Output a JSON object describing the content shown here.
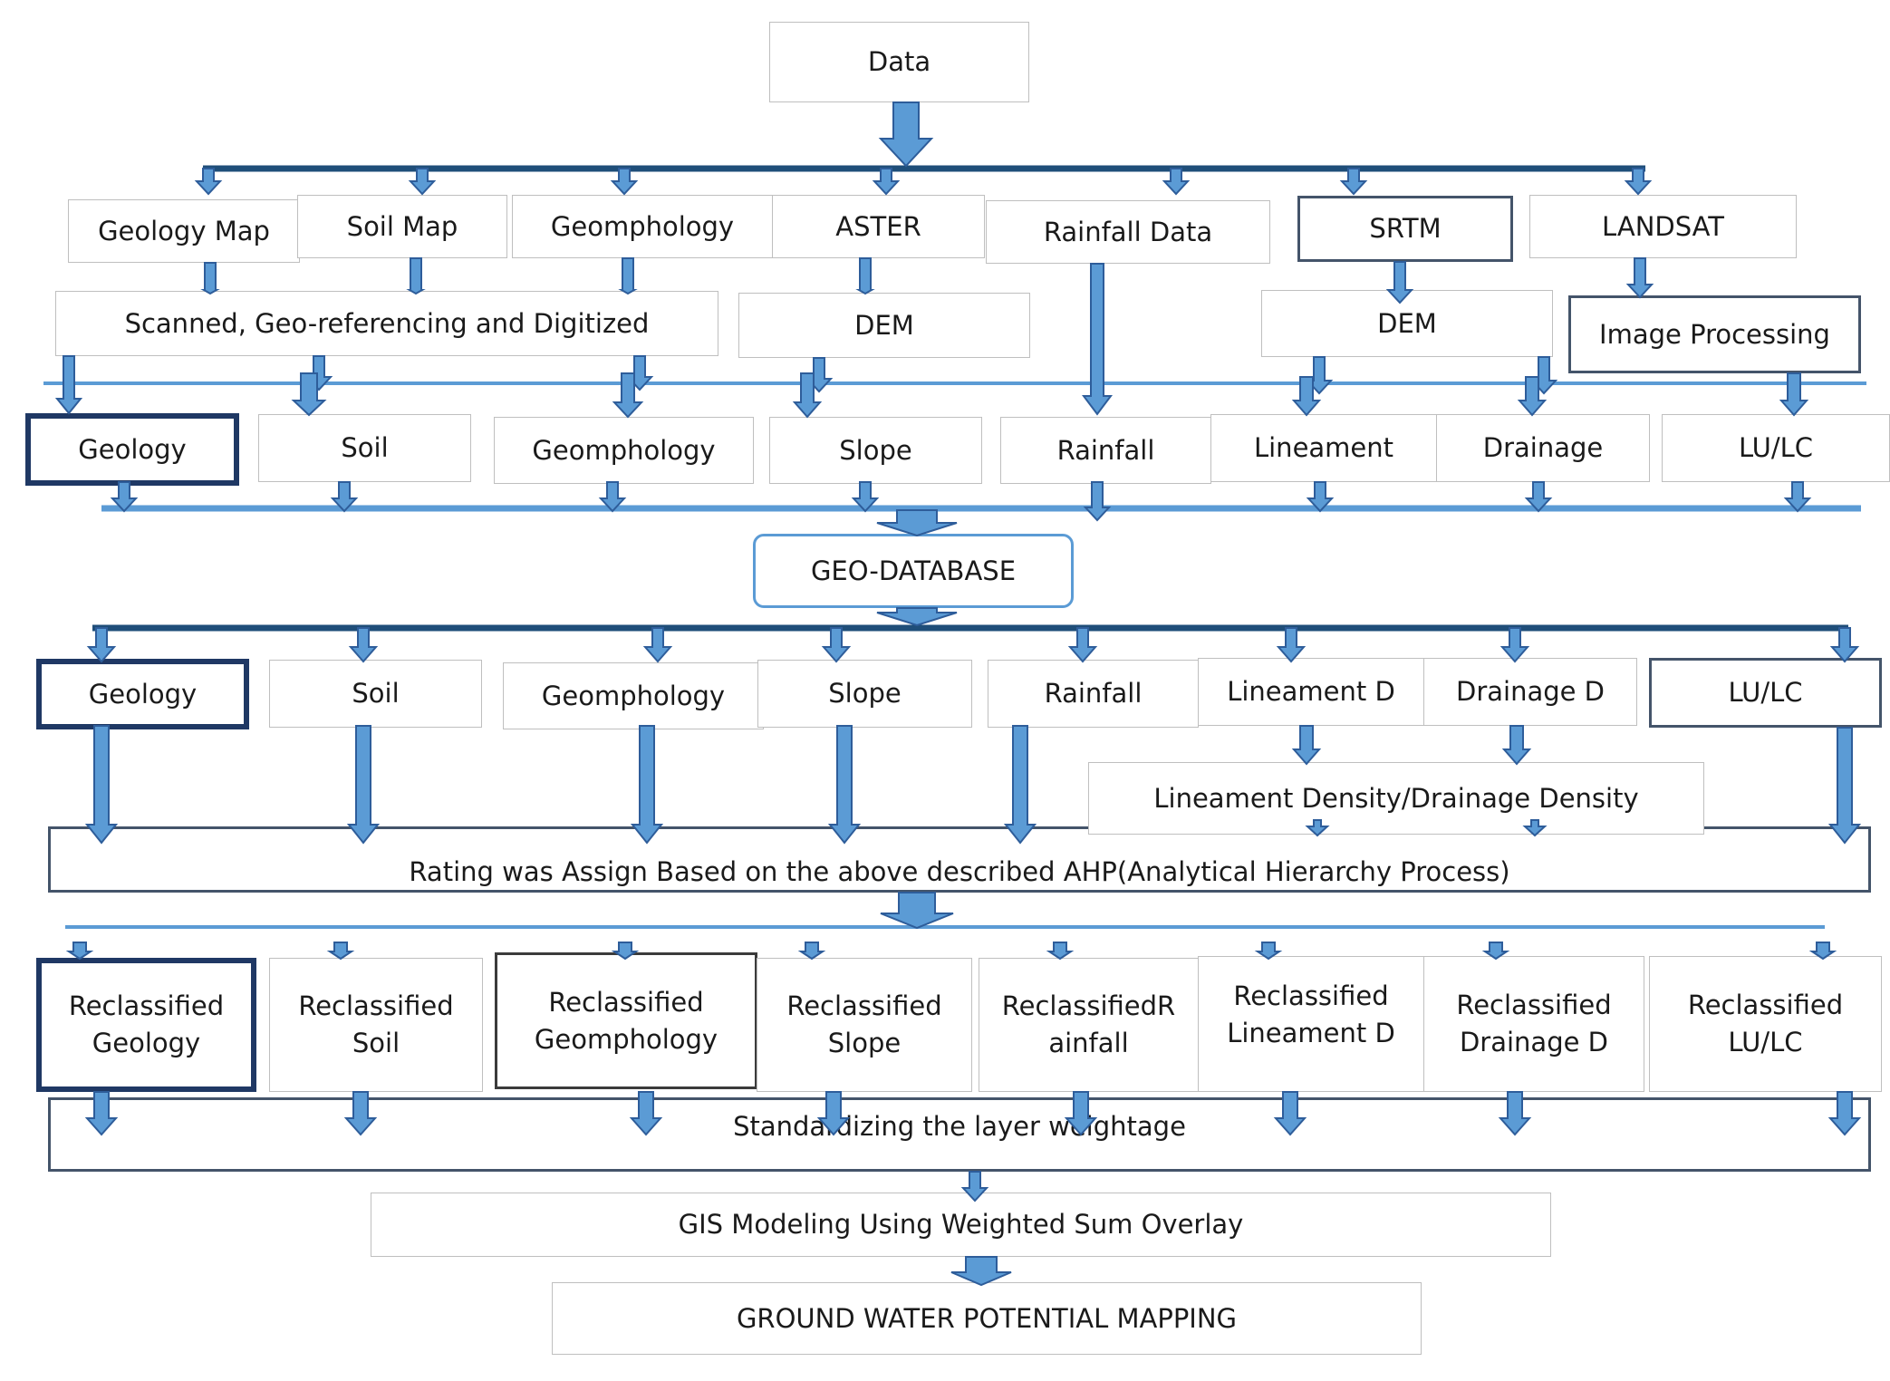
{
  "nodes": {
    "data": "Data",
    "geology_map": "Geology Map",
    "soil_map": "Soil Map",
    "geomorphology_src": "Geomphology",
    "aster": "ASTER",
    "rainfall_data": "Rainfall Data",
    "srtm": "SRTM",
    "landsat": "LANDSAT",
    "scanned": "Scanned, Geo-referencing and Digitized",
    "dem_aster": "DEM",
    "dem_srtm": "DEM",
    "image_processing": "Image Processing",
    "l1_geology": "Geology",
    "l1_soil": "Soil",
    "l1_geomorphology": "Geomphology",
    "l1_slope": "Slope",
    "l1_rainfall": "Rainfall",
    "l1_lineament": "Lineament",
    "l1_drainage": "Drainage",
    "l1_lulc": "LU/LC",
    "geodatabase": "GEO-DATABASE",
    "l2_geology": "Geology",
    "l2_soil": "Soil",
    "l2_geomorphology": "Geomphology",
    "l2_slope": "Slope",
    "l2_rainfall": "Rainfall",
    "l2_lineament_d": "Lineament D",
    "l2_drainage_d": "Drainage D",
    "l2_lulc": "LU/LC",
    "density": "Lineament Density/Drainage Density",
    "rating": "Rating was Assign Based on the above described AHP(Analytical Hierarchy Process)",
    "rc_geology": "Reclassified\nGeology",
    "rc_soil": "Reclassified\nSoil",
    "rc_geomorphology": "Reclassified\nGeomphology",
    "rc_slope": "Reclassified\nSlope",
    "rc_rainfall": "ReclassifiedR\nainfall",
    "rc_lineament": "Reclassified\nLineament D",
    "rc_drainage": "Reclassified\nDrainage D",
    "rc_lulc": "Reclassified\nLU/LC",
    "standardizing": "Standardizing the layer weightage",
    "gis_modeling": "GIS Modeling Using Weighted Sum Overlay",
    "gwp_mapping": "GROUND WATER POTENTIAL MAPPING"
  },
  "colors": {
    "arrow_fill": "#5b9bd5",
    "arrow_stroke": "#2e5d9a",
    "dark_line": "#1f4e79",
    "light_line": "#5b9bd5"
  }
}
